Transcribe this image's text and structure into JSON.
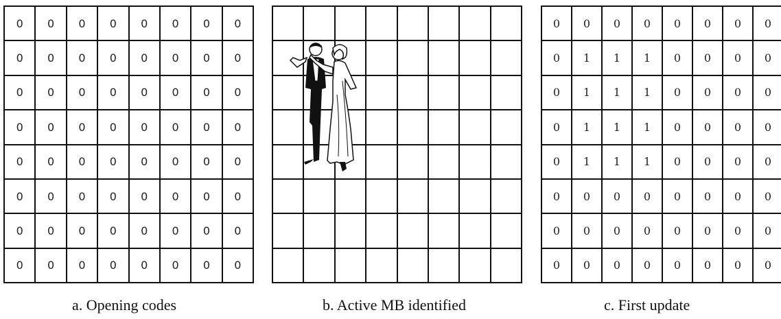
{
  "panels": [
    {
      "id": "a",
      "caption": "a. Opening codes",
      "rows": [
        [
          "0",
          "0",
          "0",
          "0",
          "0",
          "0",
          "0",
          "0"
        ],
        [
          "0",
          "0",
          "0",
          "0",
          "0",
          "0",
          "0",
          "0"
        ],
        [
          "0",
          "0",
          "0",
          "0",
          "0",
          "0",
          "0",
          "0"
        ],
        [
          "0",
          "0",
          "0",
          "0",
          "0",
          "0",
          "0",
          "0"
        ],
        [
          "0",
          "0",
          "0",
          "0",
          "0",
          "0",
          "0",
          "0"
        ],
        [
          "0",
          "0",
          "0",
          "0",
          "0",
          "0",
          "0",
          "0"
        ],
        [
          "0",
          "0",
          "0",
          "0",
          "0",
          "0",
          "0",
          "0"
        ],
        [
          "0",
          "0",
          "0",
          "0",
          "0",
          "0",
          "0",
          "0"
        ]
      ]
    },
    {
      "id": "b",
      "caption": "b. Active MB identified",
      "rows": [
        [
          "",
          "",
          "",
          "",
          "",
          "",
          "",
          ""
        ],
        [
          "",
          "",
          "",
          "",
          "",
          "",
          "",
          ""
        ],
        [
          "",
          "",
          "",
          "",
          "",
          "",
          "",
          ""
        ],
        [
          "",
          "",
          "",
          "",
          "",
          "",
          "",
          ""
        ],
        [
          "",
          "",
          "",
          "",
          "",
          "",
          "",
          ""
        ],
        [
          "",
          "",
          "",
          "",
          "",
          "",
          "",
          ""
        ],
        [
          "",
          "",
          "",
          "",
          "",
          "",
          "",
          ""
        ],
        [
          "",
          "",
          "",
          "",
          "",
          "",
          "",
          ""
        ]
      ],
      "image": "dancing-couple-icon"
    },
    {
      "id": "c",
      "caption": "c. First update",
      "rows": [
        [
          "0",
          "0",
          "0",
          "0",
          "0",
          "0",
          "0",
          "0"
        ],
        [
          "0",
          "1",
          "1",
          "1",
          "0",
          "0",
          "0",
          "0"
        ],
        [
          "0",
          "1",
          "1",
          "1",
          "0",
          "0",
          "0",
          "0"
        ],
        [
          "0",
          "1",
          "1",
          "1",
          "0",
          "0",
          "0",
          "0"
        ],
        [
          "0",
          "1",
          "1",
          "1",
          "0",
          "0",
          "0",
          "0"
        ],
        [
          "0",
          "0",
          "0",
          "0",
          "0",
          "0",
          "0",
          "0"
        ],
        [
          "0",
          "0",
          "0",
          "0",
          "0",
          "0",
          "0",
          "0"
        ],
        [
          "0",
          "0",
          "0",
          "0",
          "0",
          "0",
          "0",
          "0"
        ]
      ]
    }
  ]
}
